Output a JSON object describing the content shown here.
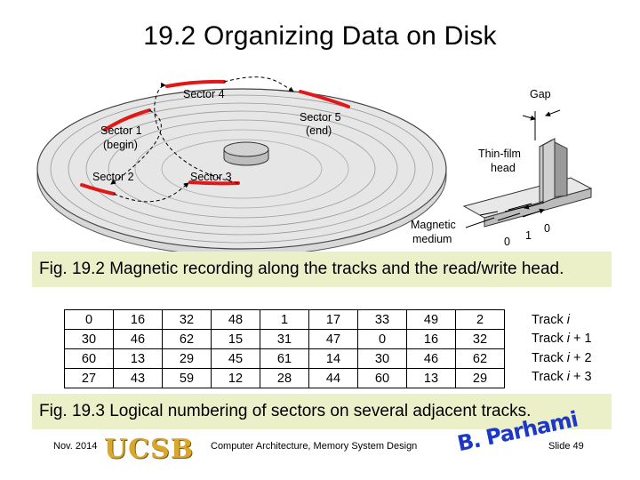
{
  "slide": {
    "title": "19.2 Organizing Data on Disk"
  },
  "figure1": {
    "labels": {
      "sector4": "Sector 4",
      "sector5": "Sector 5",
      "end": "(end)",
      "sector1": "Sector 1",
      "begin": "(begin)",
      "sector2": "Sector 2",
      "sector3": "Sector 3",
      "gap": "Gap",
      "thin_film": "Thin-film",
      "head": "head",
      "magnetic": "Magnetic",
      "medium": "medium",
      "bit0a": "0",
      "bit1": "1",
      "bit0b": "0"
    },
    "caption": "Fig. 19.2   Magnetic recording along the tracks and the read/write head."
  },
  "figure2": {
    "rows": [
      [
        "0",
        "16",
        "32",
        "48",
        "1",
        "17",
        "33",
        "49",
        "2"
      ],
      [
        "30",
        "46",
        "62",
        "15",
        "31",
        "47",
        "0",
        "16",
        "32"
      ],
      [
        "60",
        "13",
        "29",
        "45",
        "61",
        "14",
        "30",
        "46",
        "62"
      ],
      [
        "27",
        "43",
        "59",
        "12",
        "28",
        "44",
        "60",
        "13",
        "29"
      ]
    ],
    "track_labels": [
      [
        "Track ",
        "i",
        ""
      ],
      [
        "Track ",
        "i",
        " + 1"
      ],
      [
        "Track ",
        "i",
        " + 2"
      ],
      [
        "Track ",
        "i",
        " + 3"
      ]
    ],
    "caption": "Fig. 19.3   Logical numbering of sectors on several adjacent tracks."
  },
  "footer": {
    "date": "Nov. 2014",
    "logo": "UCSB",
    "course": "Computer Architecture, Memory System Design",
    "signature": "B. Parhami",
    "slide_number": "Slide 49"
  },
  "colors": {
    "caption_bg": "#ebf0c8",
    "sector_red": "#e01818",
    "logo_gold": "#d9a72a",
    "signature_blue": "#1d38c8"
  }
}
